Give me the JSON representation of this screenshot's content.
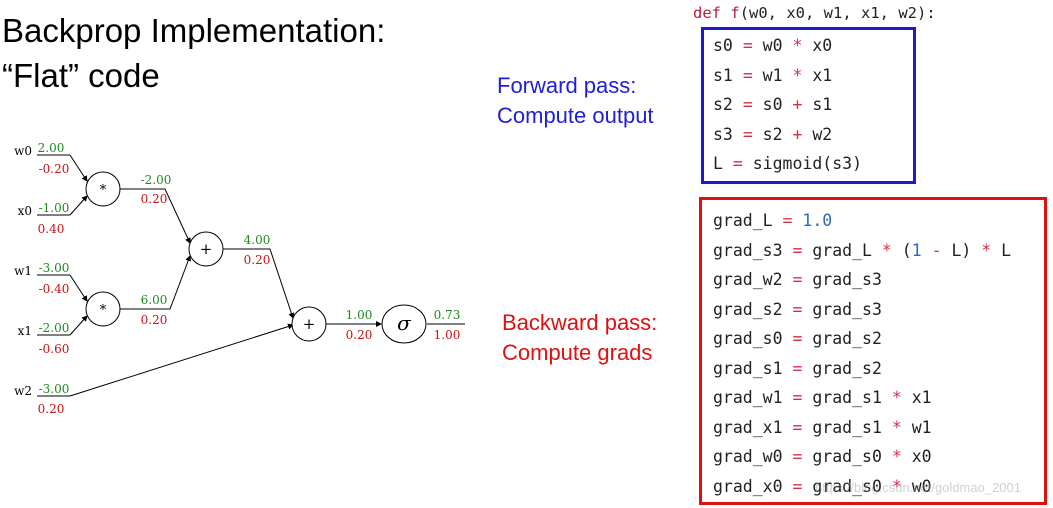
{
  "title": {
    "line1": "Backprop Implementation:",
    "line2": "“Flat” code"
  },
  "labels": {
    "forward": [
      "Forward pass:",
      "Compute output"
    ],
    "backward": [
      "Backward pass:",
      "Compute grads"
    ]
  },
  "code": {
    "signature": {
      "kw": "def",
      "name": "f",
      "args": "(w0, x0, w1, x1, w2):"
    },
    "forward": [
      [
        [
          "s0 ",
          "t"
        ],
        [
          "=",
          "o"
        ],
        [
          " w0 ",
          "t"
        ],
        [
          "*",
          "o"
        ],
        [
          " x0",
          "t"
        ]
      ],
      [
        [
          "s1 ",
          "t"
        ],
        [
          "=",
          "o"
        ],
        [
          " w1 ",
          "t"
        ],
        [
          "*",
          "o"
        ],
        [
          " x1",
          "t"
        ]
      ],
      [
        [
          "s2 ",
          "t"
        ],
        [
          "=",
          "o"
        ],
        [
          " s0 ",
          "t"
        ],
        [
          "+",
          "o"
        ],
        [
          " s1",
          "t"
        ]
      ],
      [
        [
          "s3 ",
          "t"
        ],
        [
          "=",
          "o"
        ],
        [
          " s2 ",
          "t"
        ],
        [
          "+",
          "o"
        ],
        [
          " w2",
          "t"
        ]
      ],
      [
        [
          "L ",
          "t"
        ],
        [
          "=",
          "o"
        ],
        [
          " sigmoid(s3)",
          "t"
        ]
      ]
    ],
    "backward": [
      [
        [
          "grad_L ",
          "t"
        ],
        [
          "=",
          "o"
        ],
        [
          " ",
          "t"
        ],
        [
          "1.0",
          "n"
        ]
      ],
      [
        [
          "grad_s3 ",
          "t"
        ],
        [
          "=",
          "o"
        ],
        [
          " grad_L ",
          "t"
        ],
        [
          "*",
          "o"
        ],
        [
          " (",
          "t"
        ],
        [
          "1",
          "n"
        ],
        [
          " ",
          "t"
        ],
        [
          "-",
          "o"
        ],
        [
          " L) ",
          "t"
        ],
        [
          "*",
          "o"
        ],
        [
          " L",
          "t"
        ]
      ],
      [
        [
          "grad_w2 ",
          "t"
        ],
        [
          "=",
          "o"
        ],
        [
          " grad_s3",
          "t"
        ]
      ],
      [
        [
          "grad_s2 ",
          "t"
        ],
        [
          "=",
          "o"
        ],
        [
          " grad_s3",
          "t"
        ]
      ],
      [
        [
          "grad_s0 ",
          "t"
        ],
        [
          "=",
          "o"
        ],
        [
          " grad_s2",
          "t"
        ]
      ],
      [
        [
          "grad_s1 ",
          "t"
        ],
        [
          "=",
          "o"
        ],
        [
          " grad_s2",
          "t"
        ]
      ],
      [
        [
          "grad_w1 ",
          "t"
        ],
        [
          "=",
          "o"
        ],
        [
          " grad_s1 ",
          "t"
        ],
        [
          "*",
          "o"
        ],
        [
          " x1",
          "t"
        ]
      ],
      [
        [
          "grad_x1 ",
          "t"
        ],
        [
          "=",
          "o"
        ],
        [
          " grad_s1 ",
          "t"
        ],
        [
          "*",
          "o"
        ],
        [
          " w1",
          "t"
        ]
      ],
      [
        [
          "grad_w0 ",
          "t"
        ],
        [
          "=",
          "o"
        ],
        [
          " grad_s0 ",
          "t"
        ],
        [
          "*",
          "o"
        ],
        [
          " x0",
          "t"
        ]
      ],
      [
        [
          "grad_x0 ",
          "t"
        ],
        [
          "=",
          "o"
        ],
        [
          " grad_s0 ",
          "t"
        ],
        [
          "*",
          "o"
        ],
        [
          " w0",
          "t"
        ]
      ]
    ]
  },
  "graph": {
    "inputs": [
      {
        "id": "w0",
        "label": "w0",
        "value": "2.00",
        "grad": "-0.20"
      },
      {
        "id": "x0",
        "label": "x0",
        "value": "-1.00",
        "grad": "0.40"
      },
      {
        "id": "w1",
        "label": "w1",
        "value": "-3.00",
        "grad": "-0.40"
      },
      {
        "id": "x1",
        "label": "x1",
        "value": "-2.00",
        "grad": "-0.60"
      },
      {
        "id": "w2",
        "label": "w2",
        "value": "-3.00",
        "grad": "0.20"
      }
    ],
    "nodes": [
      {
        "id": "mul0",
        "symbol": "*"
      },
      {
        "id": "mul1",
        "symbol": "*"
      },
      {
        "id": "add0",
        "symbol": "+"
      },
      {
        "id": "add1",
        "symbol": "+"
      },
      {
        "id": "sig",
        "symbol": "σ"
      }
    ],
    "edges": [
      {
        "id": "mul0-out",
        "value": "-2.00",
        "grad": "0.20"
      },
      {
        "id": "mul1-out",
        "value": "6.00",
        "grad": "0.20"
      },
      {
        "id": "add0-out",
        "value": "4.00",
        "grad": "0.20"
      },
      {
        "id": "add1-out",
        "value": "1.00",
        "grad": "0.20"
      },
      {
        "id": "sig-out",
        "value": "0.73",
        "grad": "1.00"
      }
    ]
  },
  "watermark": "https://blog.csdn.net/goldmao_2001",
  "colors": {
    "value": "#1f8a1f",
    "grad": "#cc1111",
    "forward_box": "#1a1ad0",
    "backward_box": "#e01010"
  }
}
